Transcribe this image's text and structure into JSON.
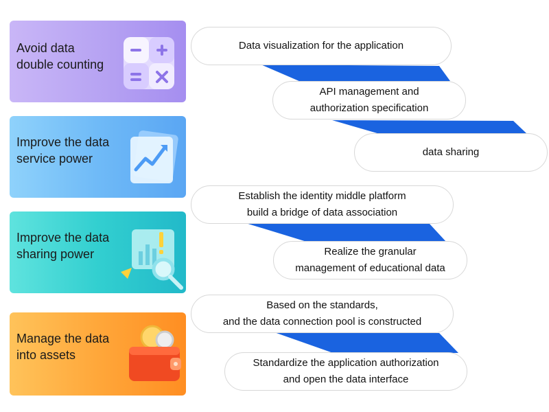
{
  "cards": [
    {
      "label": "Avoid data\ndouble counting",
      "icon": "calculator-icon"
    },
    {
      "label": "Improve the data\nservice power",
      "icon": "trend-chart-icon"
    },
    {
      "label": "Improve the data\nsharing power",
      "icon": "magnifier-chart-icon"
    },
    {
      "label": "Manage the data\ninto assets",
      "icon": "wallet-icon"
    }
  ],
  "steps": [
    {
      "text": "Data visualization for the application"
    },
    {
      "text": "API management and\nauthorization specification"
    },
    {
      "text": "data sharing"
    },
    {
      "text": "Establish the identity middle platform\nbuild a bridge of data association"
    },
    {
      "text": "Realize the granular\nmanagement of educational data"
    },
    {
      "text": "Based on the standards,\nand the data connection pool is constructed"
    },
    {
      "text": "Standardize the application authorization\nand open the data interface"
    }
  ],
  "colors": {
    "card1": "#b9a6f3",
    "card2": "#6fbaf7",
    "card3": "#32cfd0",
    "card4": "#ffa73a",
    "connector": "#1a63e0",
    "pill_border": "#d8d8d8"
  }
}
